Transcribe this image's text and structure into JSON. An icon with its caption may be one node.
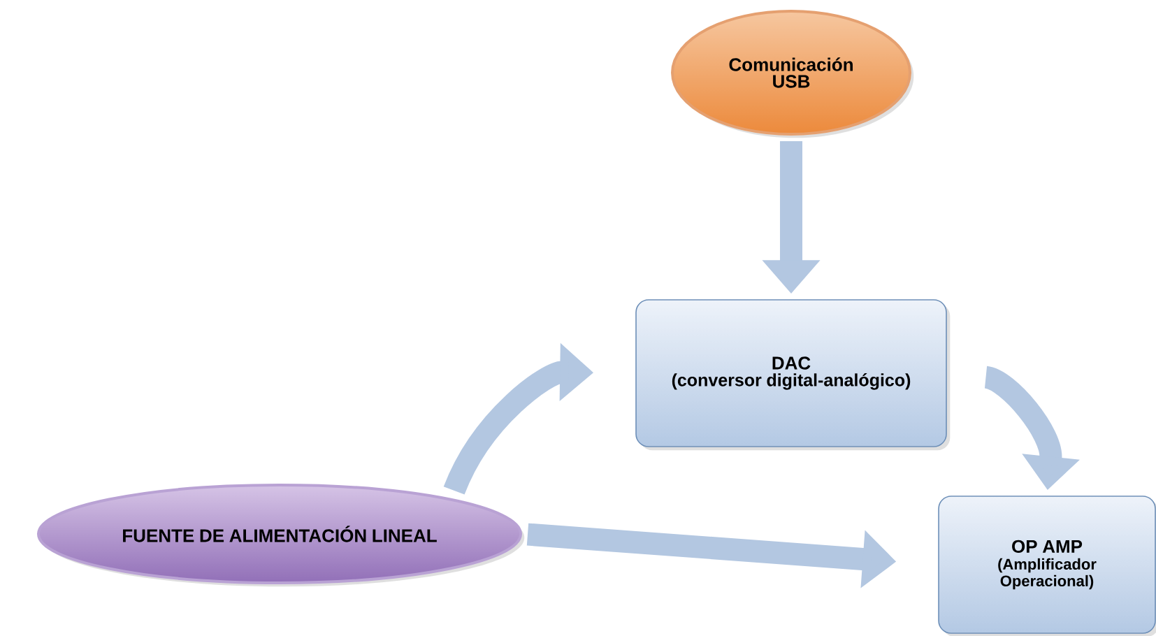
{
  "diagram": {
    "nodes": [
      {
        "text": [
          "Comunicación USB"
        ]
      },
      {
        "text": [
          "DAC",
          "(conversor digital-analógico)"
        ]
      },
      {
        "text": [
          "FUENTE DE ALIMENTACIÓN LINEAL"
        ]
      },
      {
        "text": [
          "OP AMP",
          "(Amplificador Operacional)"
        ]
      }
    ],
    "edges": [
      {
        "from": 0,
        "to": 1,
        "arrow": "to"
      },
      {
        "from": 2,
        "to": 1,
        "arrow": "to"
      },
      {
        "from": 1,
        "to": 3,
        "arrow": "to"
      },
      {
        "from": 2,
        "to": 3,
        "arrow": "to"
      }
    ]
  }
}
